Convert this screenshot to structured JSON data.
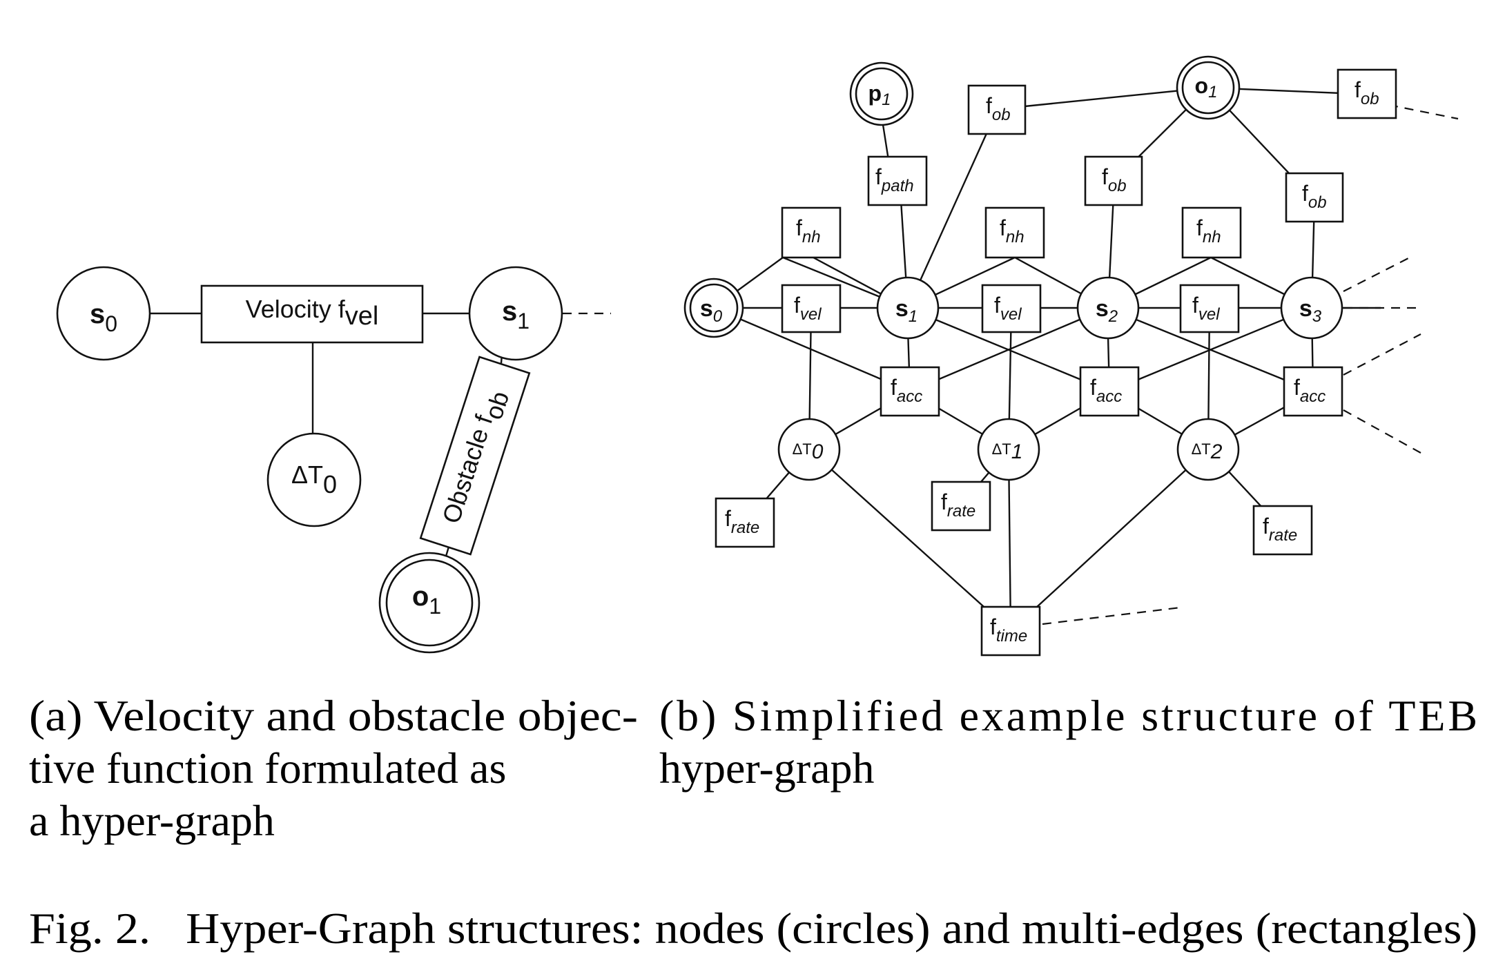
{
  "diagram_a": {
    "nodes": {
      "s0": {
        "base": "s",
        "sub": "0"
      },
      "s1": {
        "base": "s",
        "sub": "1"
      },
      "dt0": {
        "base": "ΔT",
        "sub": "0"
      },
      "o1": {
        "base": "o",
        "sub": "1"
      }
    },
    "edges": {
      "velocity": {
        "text": "Velocity f",
        "sub": "vel"
      },
      "obstacle": {
        "text": "Obstacle f",
        "sub": "ob"
      }
    }
  },
  "diagram_b": {
    "nodes": {
      "s0": {
        "base": "s",
        "sub": "0"
      },
      "s1": {
        "base": "s",
        "sub": "1"
      },
      "s2": {
        "base": "s",
        "sub": "2"
      },
      "s3": {
        "base": "s",
        "sub": "3"
      },
      "p1": {
        "base": "p",
        "sub": "1"
      },
      "o1": {
        "base": "o",
        "sub": "1"
      },
      "dt0": {
        "base": "ΔT",
        "sub": "0"
      },
      "dt1": {
        "base": "ΔT",
        "sub": "1"
      },
      "dt2": {
        "base": "ΔT",
        "sub": "2"
      }
    },
    "edges": {
      "f_ob_1": {
        "base": "f",
        "sub": "ob"
      },
      "f_ob_2": {
        "base": "f",
        "sub": "ob"
      },
      "f_ob_3": {
        "base": "f",
        "sub": "ob"
      },
      "f_ob_4": {
        "base": "f",
        "sub": "ob"
      },
      "f_path": {
        "base": "f",
        "sub": "path"
      },
      "f_nh_1": {
        "base": "f",
        "sub": "nh"
      },
      "f_nh_2": {
        "base": "f",
        "sub": "nh"
      },
      "f_nh_3": {
        "base": "f",
        "sub": "nh"
      },
      "f_vel_1": {
        "base": "f",
        "sub": "vel"
      },
      "f_vel_2": {
        "base": "f",
        "sub": "vel"
      },
      "f_vel_3": {
        "base": "f",
        "sub": "vel"
      },
      "f_acc_1": {
        "base": "f",
        "sub": "acc"
      },
      "f_acc_2": {
        "base": "f",
        "sub": "acc"
      },
      "f_acc_3": {
        "base": "f",
        "sub": "acc"
      },
      "f_rate_1": {
        "base": "f",
        "sub": "rate"
      },
      "f_rate_2": {
        "base": "f",
        "sub": "rate"
      },
      "f_rate_3": {
        "base": "f",
        "sub": "rate"
      },
      "f_time": {
        "base": "f",
        "sub": "time"
      }
    }
  },
  "captions": {
    "a": {
      "line1": "(a) Velocity and obstacle objec-",
      "line2": "tive function formulated as",
      "line3": "a hyper-graph"
    },
    "b": {
      "line1": "(b) Simplified example structure of TEB",
      "line2": "hyper-graph"
    },
    "figure": "Fig. 2.   Hyper-Graph structures: nodes (circles) and multi-edges (rectangles)"
  }
}
